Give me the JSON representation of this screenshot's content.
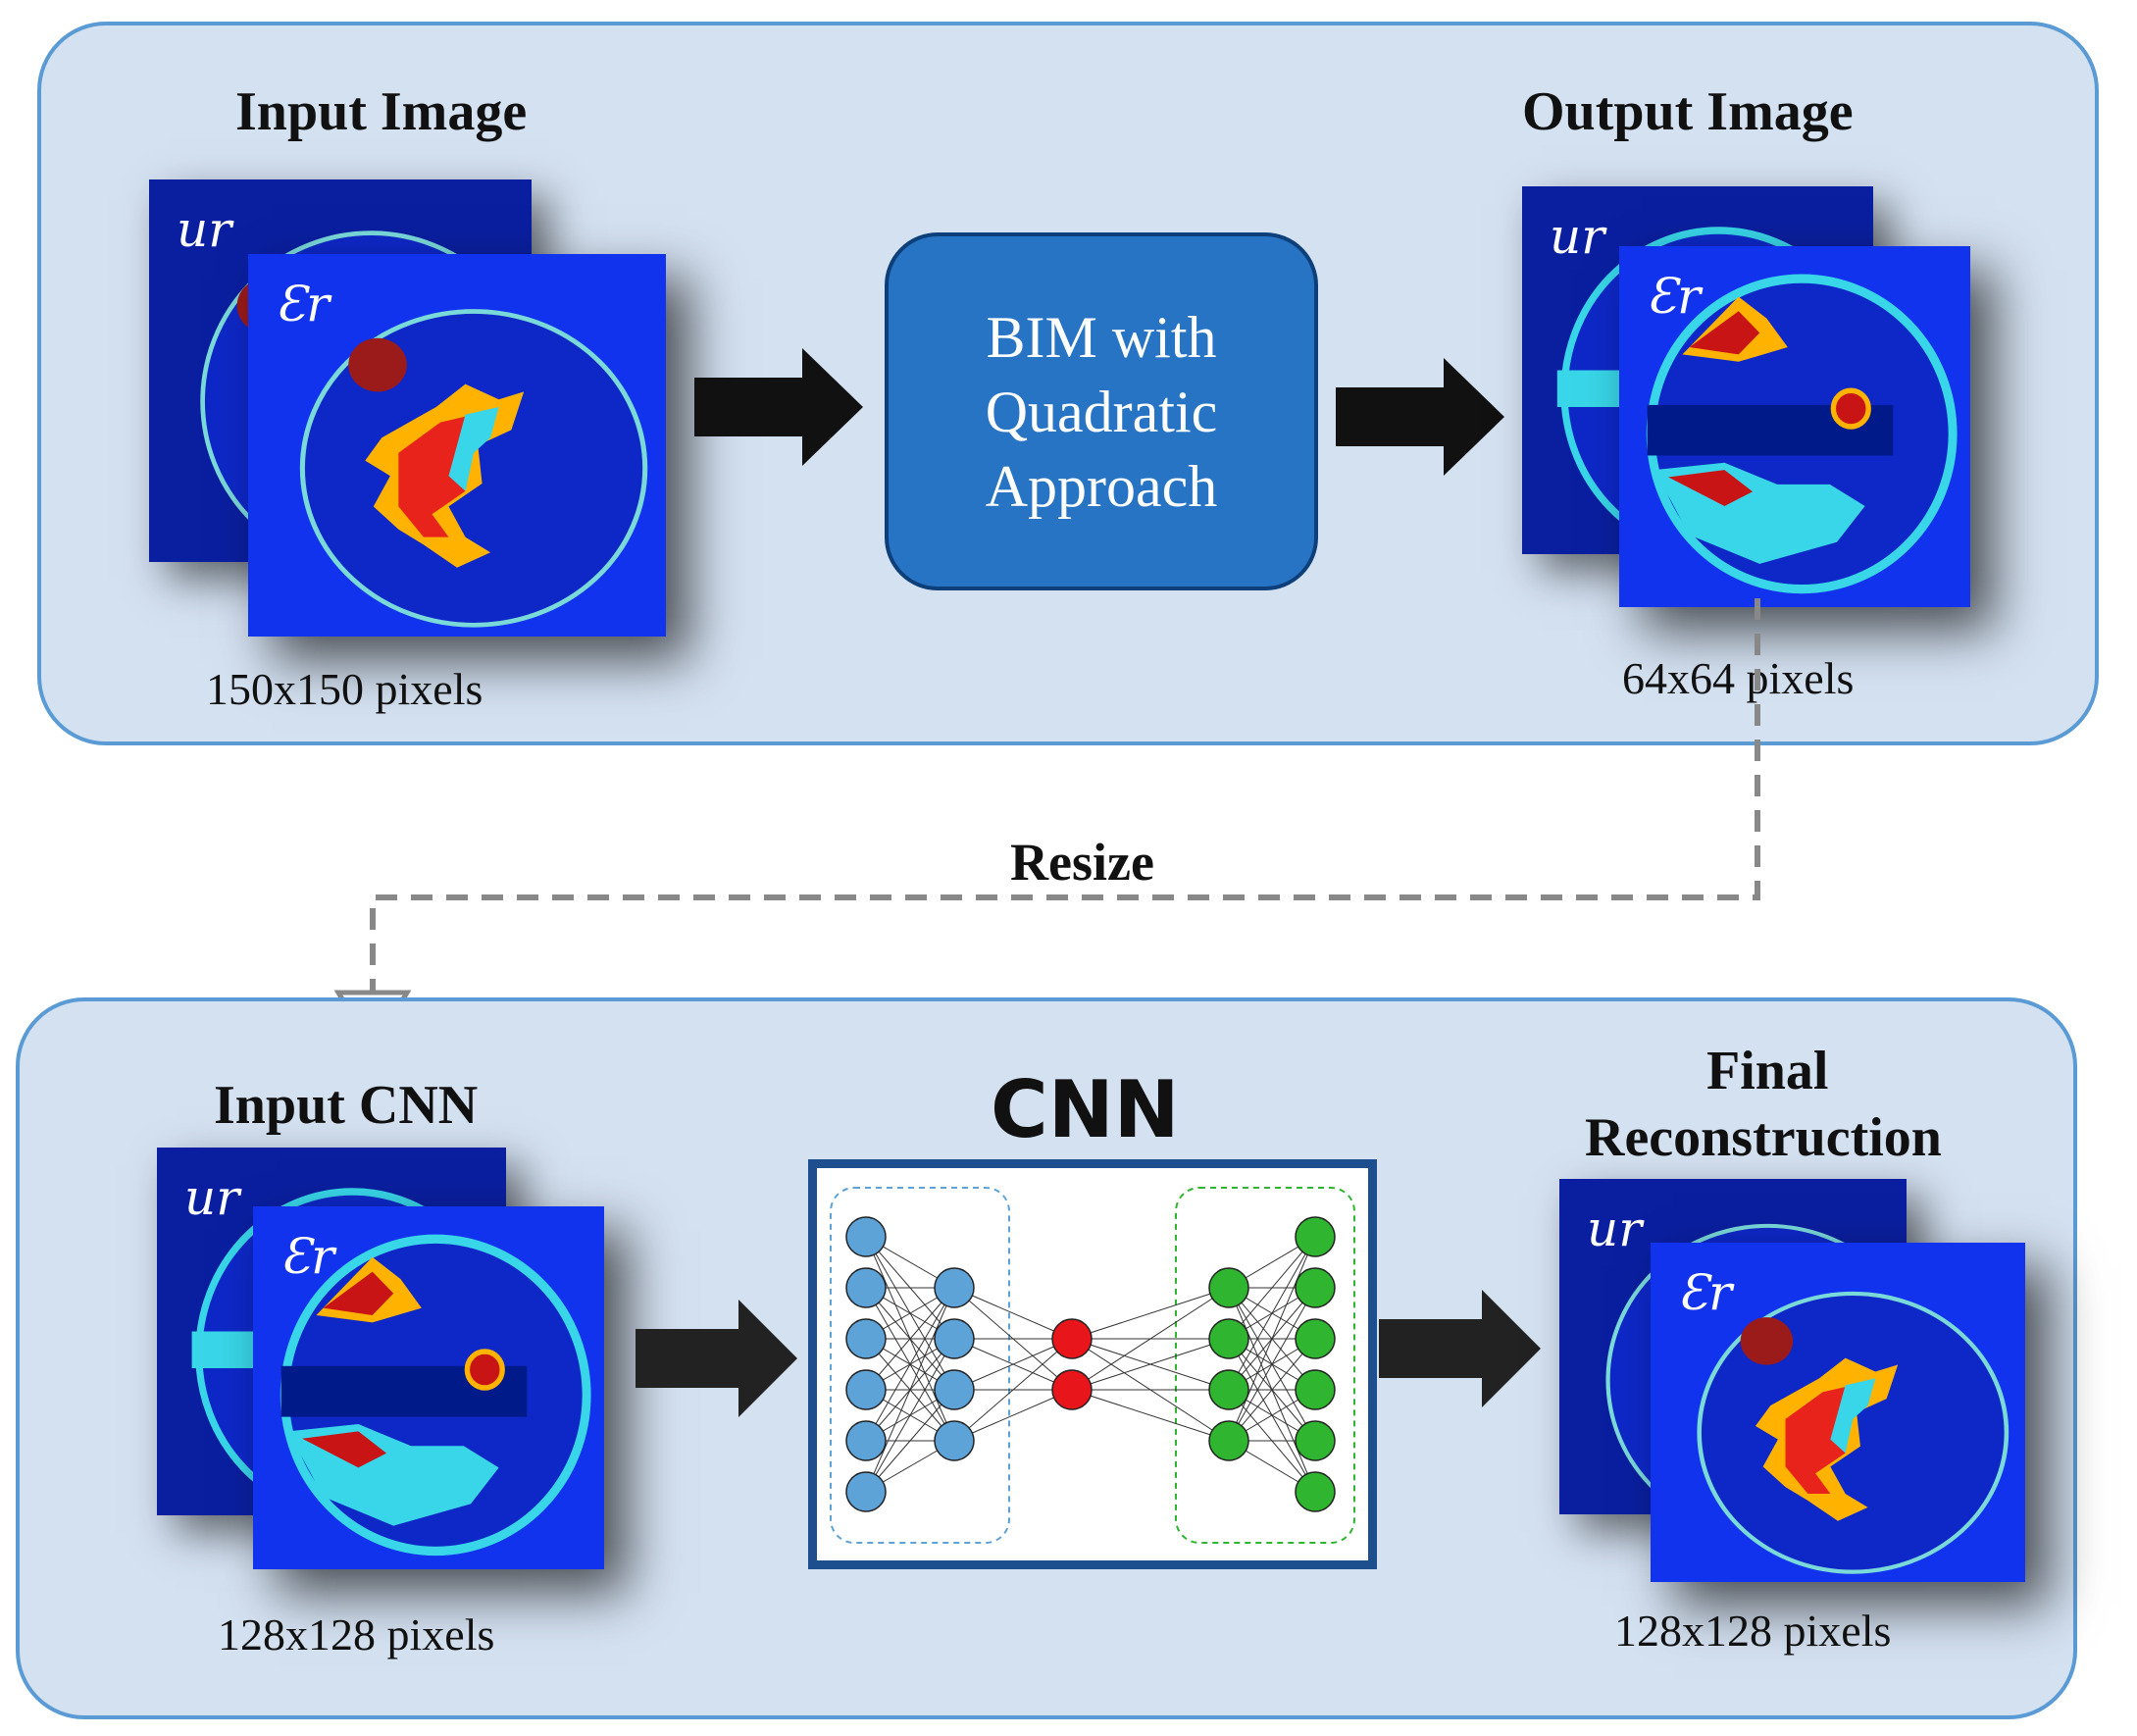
{
  "top_panel": {
    "input_title": "Input Image",
    "input_caption": "150x150 pixels",
    "output_title": "Output Image",
    "output_caption": "64x64 pixels",
    "process_lines": [
      "BIM with",
      "Quadratic",
      "Approach"
    ]
  },
  "resize_label": "Resize",
  "bottom_panel": {
    "input_title": "Input CNN",
    "input_caption": "128x128 pixels",
    "cnn_title": "CNN",
    "final_title_lines": [
      "Final",
      "Reconstruction"
    ],
    "final_caption": "128x128 pixels"
  },
  "symbols": {
    "mu": "ur",
    "eps": "Ɛr"
  },
  "network": {
    "layers": [
      6,
      4,
      2,
      4,
      6
    ],
    "colors": [
      "#5ea3d8",
      "#5ea3d8",
      "#e8151b",
      "#2fb52f",
      "#2fb52f"
    ]
  },
  "colors": {
    "panel_fill": "#d4e1f1",
    "panel_border": "#5b9bd5",
    "process_box": "#2874c4",
    "arrow": "#111111",
    "dashed_line": "#888888"
  }
}
